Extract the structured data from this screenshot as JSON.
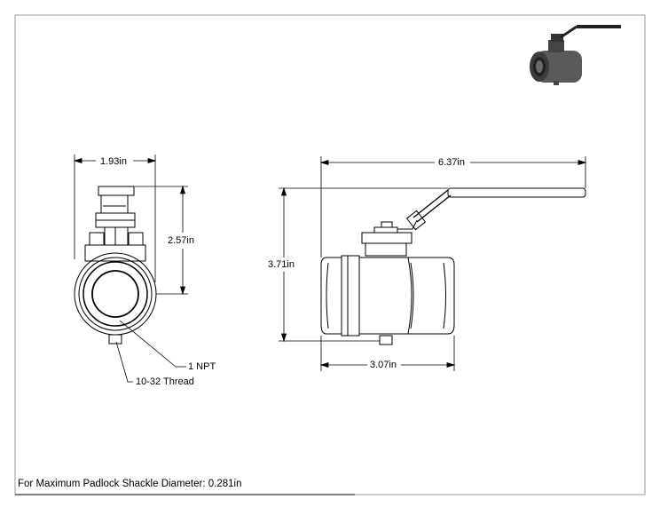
{
  "dimensions": {
    "front_width": "1.93in",
    "front_height": "2.57in",
    "side_length": "6.37in",
    "side_height": "3.71in",
    "body_length": "3.07in"
  },
  "callouts": {
    "npt": "1 NPT",
    "thread": "10-32 Thread"
  },
  "note": "For Maximum Padlock Shackle Diameter: 0.281in",
  "colors": {
    "line": "#000000",
    "border": "#9a9a9a",
    "valve_body": "#555555",
    "handle": "#2a2a2a"
  }
}
